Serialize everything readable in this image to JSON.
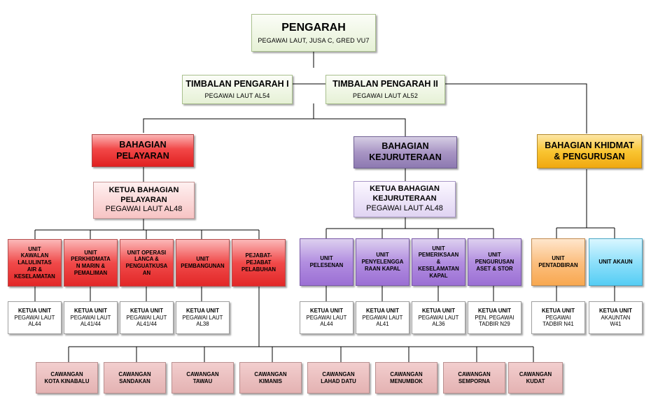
{
  "director": {
    "title": "PENGARAH",
    "grade": "PEGAWAI LAUT, JUSA C, GRED VU7"
  },
  "deputies": [
    {
      "title": "TIMBALAN PENGARAH I",
      "grade": "PEGAWAI LAUT AL54"
    },
    {
      "title": "TIMBALAN PENGARAH II",
      "grade": "PEGAWAI LAUT AL52"
    }
  ],
  "divisions": {
    "pelayaran": {
      "title": [
        "BAHAGIAN",
        "PELAYARAN"
      ],
      "head": {
        "title": [
          "KETUA BAHAGIAN",
          "PELAYARAN"
        ],
        "grade": "PEGAWAI LAUT AL48"
      },
      "units": [
        {
          "name": [
            "UNIT",
            "KAWALAN",
            "LALULINTAS",
            "AIR &",
            "KESELAMATAN"
          ],
          "leader": [
            "KETUA UNIT",
            "PEGAWAI LAUT",
            "AL44"
          ]
        },
        {
          "name": [
            "UNIT",
            "PERKHIDMATA",
            "N MARIN &",
            "PEMALIMAN"
          ],
          "leader": [
            "KETUA UNIT",
            "PEGAWAI LAUT",
            "AL41/44"
          ]
        },
        {
          "name": [
            "UNIT OPERASI",
            "LANCA &",
            "PENGUATKUSA",
            "AN"
          ],
          "leader": [
            "KETUA UNIT",
            "PEGAWAI LAUT",
            "AL41/44"
          ]
        },
        {
          "name": [
            "UNIT",
            "PEMBANGUNAN"
          ],
          "leader": [
            "KETUA UNIT",
            "PEGAWAI LAUT",
            "AL38"
          ]
        },
        {
          "name": [
            "PEJABAT-",
            "PEJABAT",
            "PELABUHAN"
          ]
        }
      ]
    },
    "kejuruteraan": {
      "title": [
        "BAHAGIAN",
        "KEJURUTERAAN"
      ],
      "head": {
        "title": [
          "KETUA BAHAGIAN",
          "KEJURUTERAAN"
        ],
        "grade": "PEGAWAI LAUT AL48"
      },
      "units": [
        {
          "name": [
            "UNIT",
            "PELESENAN"
          ],
          "leader": [
            "KETUA UNIT",
            "PEGAWAI LAUT",
            "AL44"
          ]
        },
        {
          "name": [
            "UNIT",
            "PENYELENGGA",
            "RAAN KAPAL"
          ],
          "leader": [
            "KETUA UNIT",
            "PEGAWAI LAUT",
            "AL41"
          ]
        },
        {
          "name": [
            "UNIT",
            "PEMERIKSAAN",
            "&",
            "KESELAMATAN",
            "KAPAL"
          ],
          "leader": [
            "KETUA UNIT",
            "PEGAWAI LAUT",
            "AL36"
          ]
        },
        {
          "name": [
            "UNIT",
            "PENGURUSAN",
            "ASET & STOR"
          ],
          "leader": [
            "KETUA UNIT",
            "PEN. PEGAWAI",
            "TADBIR N29"
          ]
        }
      ]
    },
    "khidmat": {
      "title": [
        "BAHAGIAN KHIDMAT",
        "& PENGURUSAN"
      ],
      "units": [
        {
          "name": [
            "UNIT",
            "PENTADBIRAN"
          ],
          "leader": [
            "KETUA UNIT",
            "PEGAWAI",
            "TADBIR N41"
          ]
        },
        {
          "name": [
            "UNIT AKAUN"
          ],
          "leader": [
            "KETUA UNIT",
            "AKAUNTAN",
            "W41"
          ]
        }
      ]
    }
  },
  "branches": [
    [
      "CAWANGAN",
      "KOTA KINABALU"
    ],
    [
      "CAWANGAN",
      "SANDAKAN"
    ],
    [
      "CAWANGAN",
      "TAWAU"
    ],
    [
      "CAWANGAN",
      "KIMANIS"
    ],
    [
      "CAWANGAN",
      "LAHAD DATU"
    ],
    [
      "CAWANGAN",
      "MENUMBOK"
    ],
    [
      "CAWANGAN",
      "SEMPORNA"
    ],
    [
      "CAWANGAN",
      "KUDAT"
    ]
  ],
  "colors": {
    "red": "#e02020",
    "purple": "#8d79b1",
    "orange": "#f0a810",
    "line": "#000000"
  }
}
